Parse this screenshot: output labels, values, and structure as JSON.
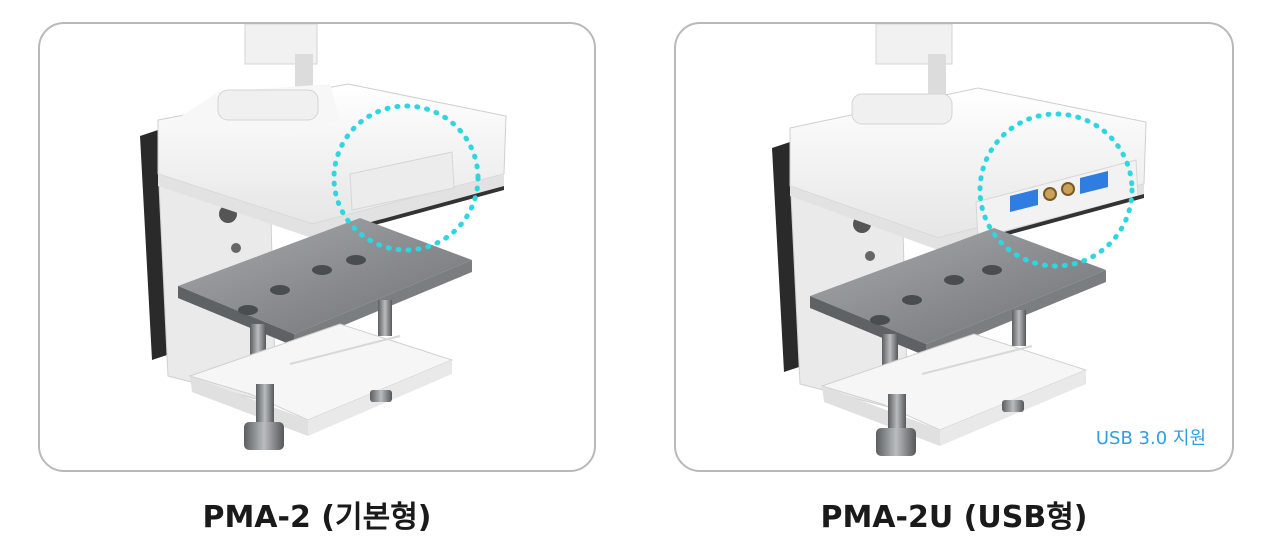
{
  "products": [
    {
      "caption": "PMA-2 (기본형)"
    },
    {
      "caption": "PMA-2U (USB형)",
      "badge": "USB 3.0 지원"
    }
  ],
  "colors": {
    "card_border": "#b9b9b9",
    "highlight_circle": "#2fd6e0",
    "usb_port": "#2f7de0",
    "badge_text": "#2f9fe0",
    "plate": "#8c8f92",
    "clamp_body": "#f3f3f3",
    "back_plate": "#2a2a2a"
  }
}
